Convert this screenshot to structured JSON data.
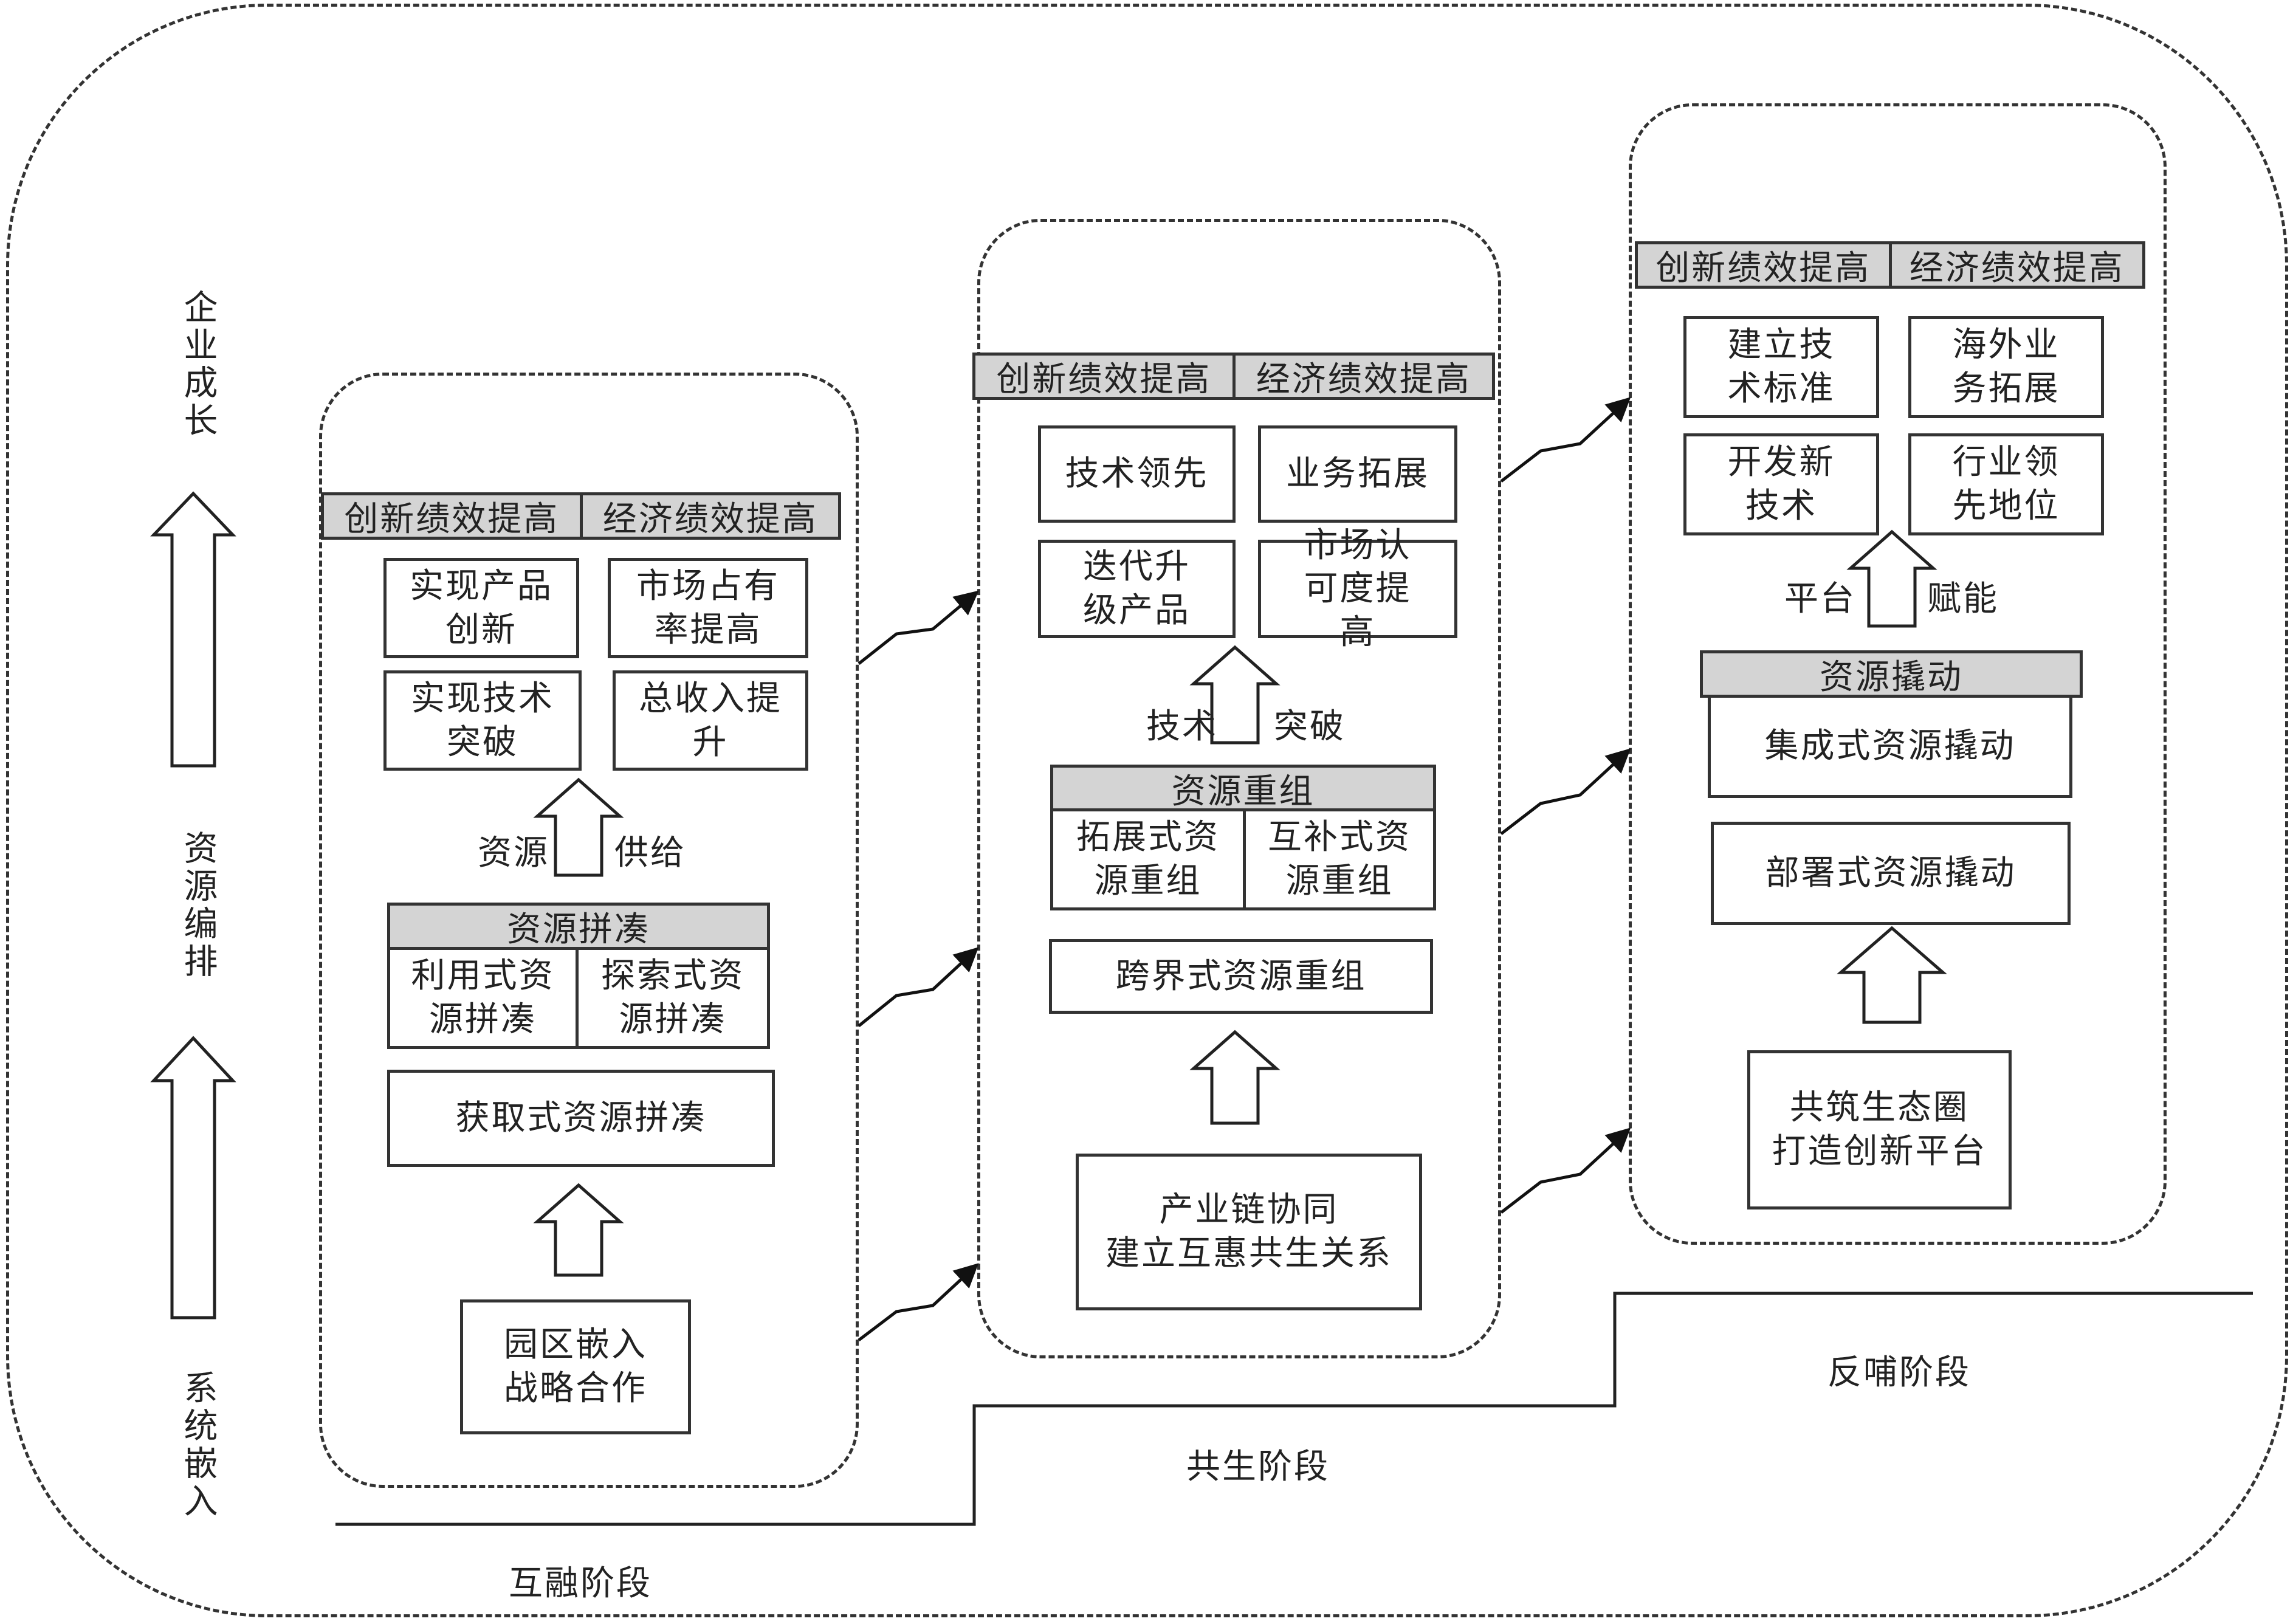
{
  "side_labels": {
    "growth": "企业成长",
    "orchestration": "资源编排",
    "embedding": "系统嵌入"
  },
  "phases": {
    "stage1": "互融阶段",
    "stage2": "共生阶段",
    "stage3": "反哺阶段"
  },
  "stage1": {
    "perf_innovation": "创新绩效提高",
    "perf_economic": "经济绩效提高",
    "outcomes": [
      "实现产品创新",
      "市场占有率提高",
      "实现技术突破",
      "总收入提升"
    ],
    "arrow_left": "资源",
    "arrow_right": "供给",
    "mechanism_title": "资源拼凑",
    "mechanism_a": "利用式资源拼凑",
    "mechanism_b": "探索式资源拼凑",
    "mechanism_base": "获取式资源拼凑",
    "foundation": "园区嵌入战略合作"
  },
  "stage2": {
    "perf_innovation": "创新绩效提高",
    "perf_economic": "经济绩效提高",
    "outcomes": [
      "技术领先",
      "业务拓展",
      "迭代升级产品",
      "市场认可度提高"
    ],
    "arrow_left": "技术",
    "arrow_right": "突破",
    "mechanism_title": "资源重组",
    "mechanism_a": "拓展式资源重组",
    "mechanism_b": "互补式资源重组",
    "mechanism_base": "跨界式资源重组",
    "foundation_line1": "产业链协同",
    "foundation_line2": "建立互惠共生关系"
  },
  "stage3": {
    "perf_innovation": "创新绩效提高",
    "perf_economic": "经济绩效提高",
    "outcomes": [
      "建立技术标准",
      "海外业务拓展",
      "开发新技术",
      "行业领先地位"
    ],
    "arrow_left": "平台",
    "arrow_right": "赋能",
    "mechanism_title": "资源撬动",
    "mechanism_a": "集成式资源撬动",
    "mechanism_base": "部署式资源撬动",
    "foundation_line1": "共筑生态圈",
    "foundation_line2": "打造创新平台"
  }
}
